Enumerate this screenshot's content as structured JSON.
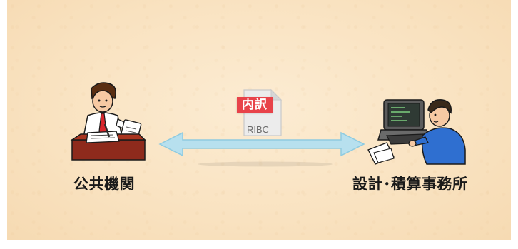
{
  "left_party": {
    "label": "公共機関",
    "icon": "public-official-at-desk-icon"
  },
  "right_party": {
    "label": "設計･積算事務所",
    "icon": "engineer-at-computer-icon"
  },
  "document": {
    "badge": "内訳",
    "format": "RIBC",
    "icon": "document-file-icon"
  },
  "arrow": {
    "icon": "bidirectional-arrow-icon",
    "color": "#a9d9ea"
  },
  "colors": {
    "background": "#f9e2c0",
    "badge": "#e8434a",
    "arrow_fill": "#b7e0ee",
    "arrow_stroke": "#8fcbe0"
  }
}
